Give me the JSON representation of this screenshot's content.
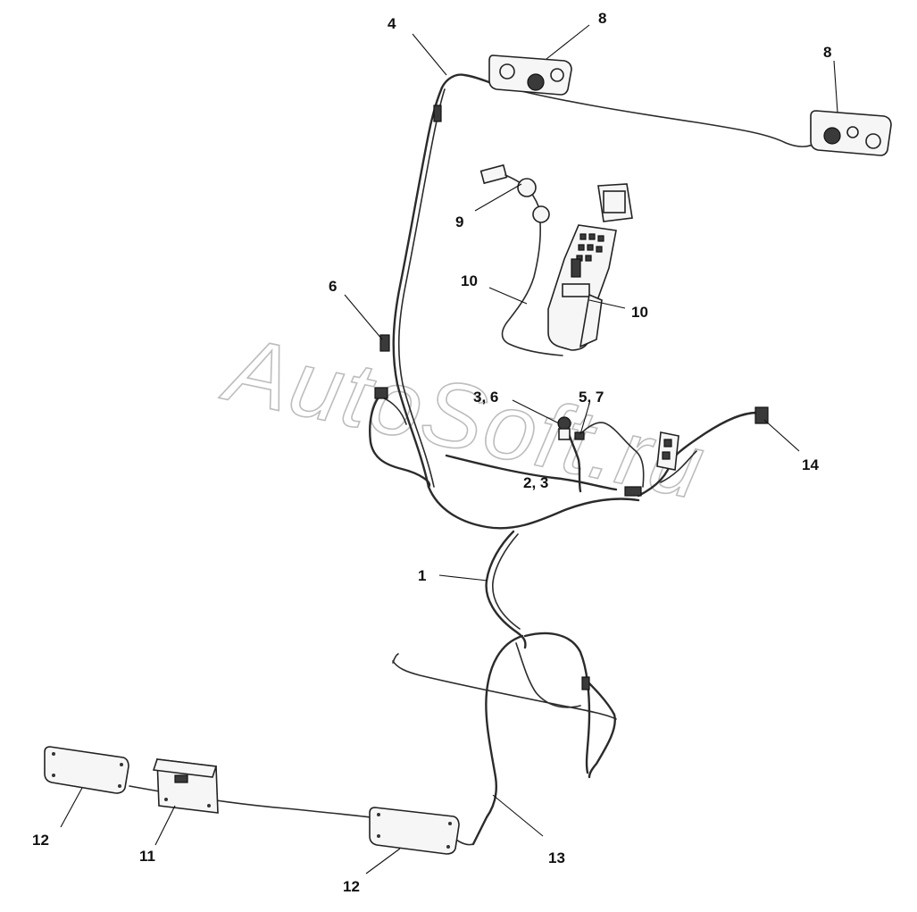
{
  "watermark": "AutoSoft.ru",
  "callouts": {
    "c1": "1",
    "c23": "2, 3",
    "c36": "3, 6",
    "c4": "4",
    "c57": "5, 7",
    "c6": "6",
    "c8a": "8",
    "c8b": "8",
    "c9": "9",
    "c10a": "10",
    "c10b": "10",
    "c11": "11",
    "c12a": "12",
    "c12b": "12",
    "c13": "13",
    "c14": "14"
  }
}
